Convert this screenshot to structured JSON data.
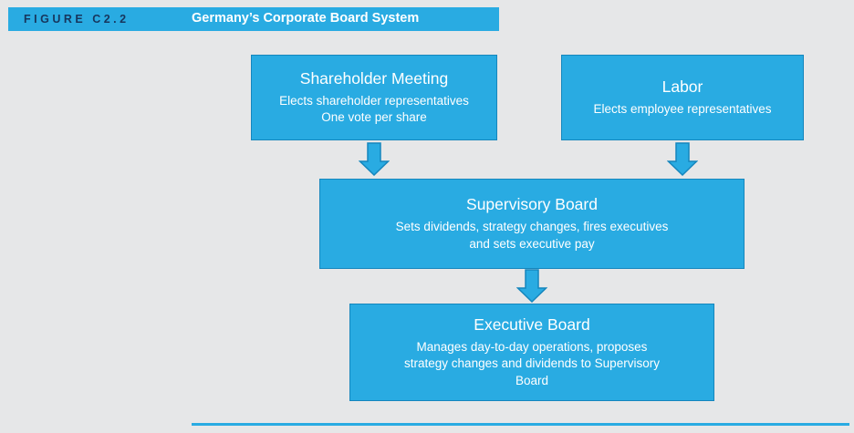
{
  "header": {
    "label": "FIGURE C2.2",
    "title": "Germany’s Corporate Board System"
  },
  "colors": {
    "accent": "#29ABE2",
    "accent_dark": "#1586BD",
    "background": "#E6E7E8",
    "label_text": "#17365D",
    "box_text": "#FFFFFF"
  },
  "nodes": {
    "shareholder": {
      "title": "Shareholder Meeting",
      "body": "Elects shareholder representatives\nOne vote per share"
    },
    "labor": {
      "title": "Labor",
      "body": "Elects employee representatives"
    },
    "supervisory": {
      "title": "Supervisory Board",
      "body": "Sets dividends, strategy changes, fires executives\nand sets executive pay"
    },
    "executive": {
      "title": "Executive Board",
      "body": "Manages day-to-day operations, proposes\nstrategy changes and dividends to Supervisory\nBoard"
    }
  },
  "arrows": [
    {
      "name": "shareholder-to-supervisory"
    },
    {
      "name": "labor-to-supervisory"
    },
    {
      "name": "supervisory-to-executive"
    }
  ]
}
